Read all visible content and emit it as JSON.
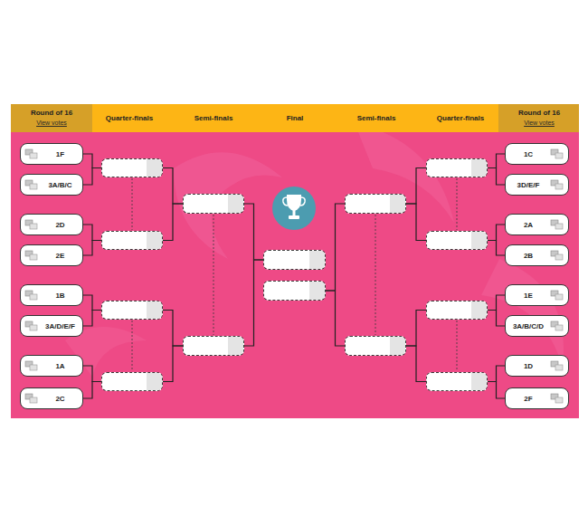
{
  "diagram": {
    "nodes": [
      {
        "text": [
          "1F"
        ]
      },
      {
        "text": [
          "3A/B/C"
        ]
      },
      {
        "text": [
          "2D"
        ]
      },
      {
        "text": [
          "2E"
        ]
      },
      {
        "text": [
          "1B"
        ]
      },
      {
        "text": [
          "3A/D/E/F"
        ]
      },
      {
        "text": [
          "1A"
        ]
      },
      {
        "text": [
          "2C"
        ]
      },
      {
        "text": []
      },
      {
        "text": []
      },
      {
        "text": []
      },
      {
        "text": []
      },
      {
        "text": []
      },
      {
        "text": []
      },
      {
        "text": []
      },
      {
        "text": []
      },
      {
        "text": []
      },
      {
        "text": []
      },
      {
        "text": []
      },
      {
        "text": []
      },
      {
        "text": []
      },
      {
        "text": []
      },
      {
        "text": [
          "1C"
        ]
      },
      {
        "text": [
          "3D/E/F"
        ]
      },
      {
        "text": [
          "2A"
        ]
      },
      {
        "text": [
          "2B"
        ]
      },
      {
        "text": [
          "1E"
        ]
      },
      {
        "text": [
          "3A/B/C/D"
        ]
      },
      {
        "text": [
          "1D"
        ]
      },
      {
        "text": [
          "2F"
        ]
      }
    ],
    "edges": [
      {
        "from": 0,
        "to": 8,
        "arrow": "none"
      },
      {
        "from": 1,
        "to": 8,
        "arrow": "none"
      },
      {
        "from": 2,
        "to": 9,
        "arrow": "none"
      },
      {
        "from": 3,
        "to": 9,
        "arrow": "none"
      },
      {
        "from": 4,
        "to": 10,
        "arrow": "none"
      },
      {
        "from": 5,
        "to": 10,
        "arrow": "none"
      },
      {
        "from": 6,
        "to": 11,
        "arrow": "none"
      },
      {
        "from": 7,
        "to": 11,
        "arrow": "none"
      },
      {
        "from": 8,
        "to": 12,
        "arrow": "none"
      },
      {
        "from": 9,
        "to": 12,
        "arrow": "none"
      },
      {
        "from": 10,
        "to": 13,
        "arrow": "none"
      },
      {
        "from": 11,
        "to": 13,
        "arrow": "none"
      },
      {
        "from": 12,
        "to": 14,
        "arrow": "none"
      },
      {
        "from": 13,
        "to": 14,
        "arrow": "none"
      },
      {
        "from": 22,
        "to": 18,
        "arrow": "none"
      },
      {
        "from": 23,
        "to": 18,
        "arrow": "none"
      },
      {
        "from": 24,
        "to": 19,
        "arrow": "none"
      },
      {
        "from": 25,
        "to": 19,
        "arrow": "none"
      },
      {
        "from": 26,
        "to": 20,
        "arrow": "none"
      },
      {
        "from": 27,
        "to": 20,
        "arrow": "none"
      },
      {
        "from": 28,
        "to": 21,
        "arrow": "none"
      },
      {
        "from": 29,
        "to": 21,
        "arrow": "none"
      },
      {
        "from": 18,
        "to": 16,
        "arrow": "none"
      },
      {
        "from": 19,
        "to": 16,
        "arrow": "none"
      },
      {
        "from": 20,
        "to": 17,
        "arrow": "none"
      },
      {
        "from": 21,
        "to": 17,
        "arrow": "none"
      },
      {
        "from": 16,
        "to": 15,
        "arrow": "none"
      },
      {
        "from": 17,
        "to": 15,
        "arrow": "none"
      }
    ],
    "labels": [
      "Round of 16",
      "View votes",
      "Quarter-finals",
      "Semi-finals",
      "Final",
      "Semi-finals",
      "Quarter-finals",
      "Round of 16",
      "View votes"
    ]
  }
}
